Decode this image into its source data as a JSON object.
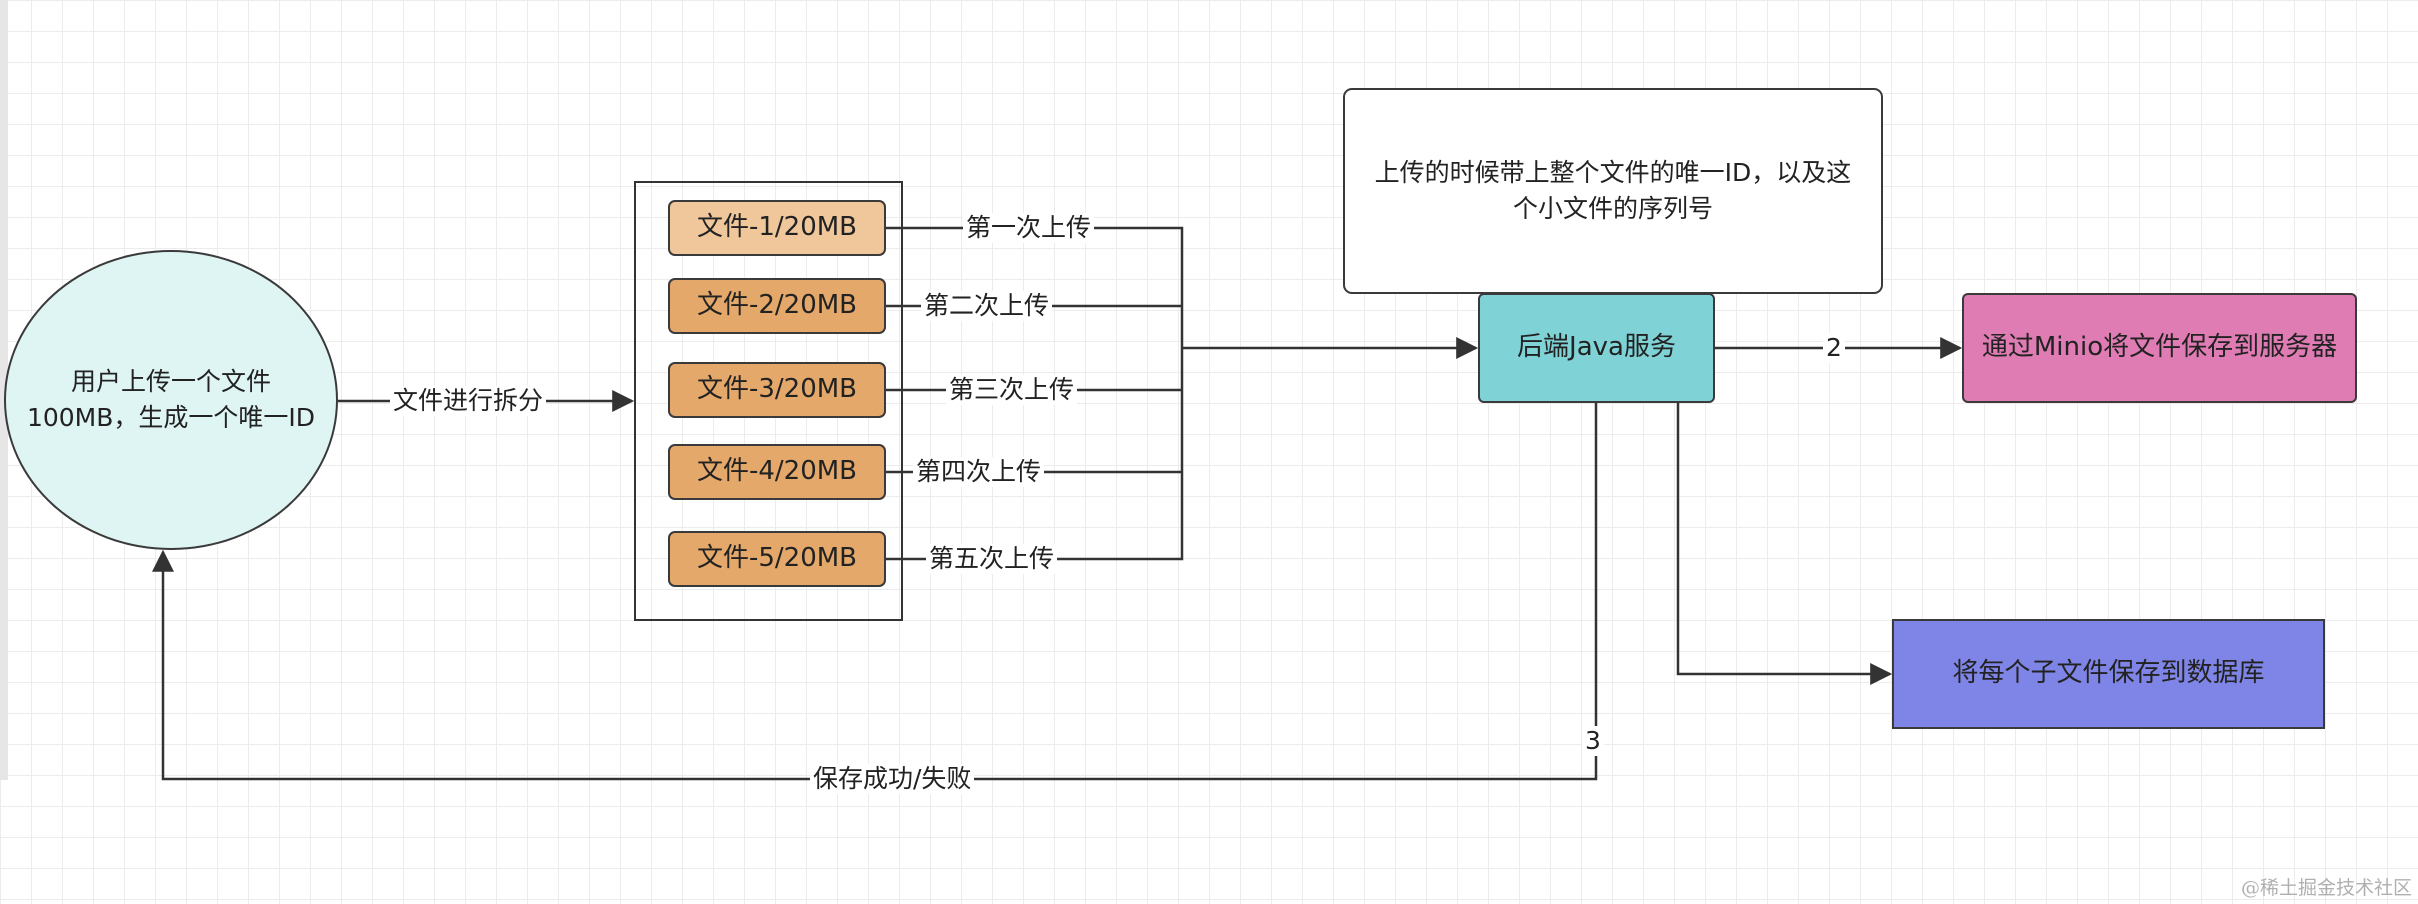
{
  "nodes": {
    "user": "用户上传一个文件\n100MB，生成一个唯一ID",
    "chunks": [
      "文件-1/20MB",
      "文件-2/20MB",
      "文件-3/20MB",
      "文件-4/20MB",
      "文件-5/20MB"
    ],
    "note": "上传的时候带上整个文件的唯一ID，以及这个小文件的序列号",
    "backend": "后端Java服务",
    "minio": "通过Minio将文件保存到服务器",
    "db": "将每个子文件保存到数据库"
  },
  "edges": {
    "split": "文件进行拆分",
    "uploads": [
      "第一次上传",
      "第二次上传",
      "第三次上传",
      "第四次上传",
      "第五次上传"
    ],
    "to_minio": "2",
    "return_step": "3",
    "result": "保存成功/失败"
  },
  "colors": {
    "user_fill": "#dff5f4",
    "chunk_fill": "#e4a86a",
    "chunk_first_fill": "#efc79b",
    "backend_fill": "#7fd3d6",
    "minio_fill": "#e07cb4",
    "db_fill": "#7f85e6"
  },
  "watermark": "@稀土掘金技术社区"
}
